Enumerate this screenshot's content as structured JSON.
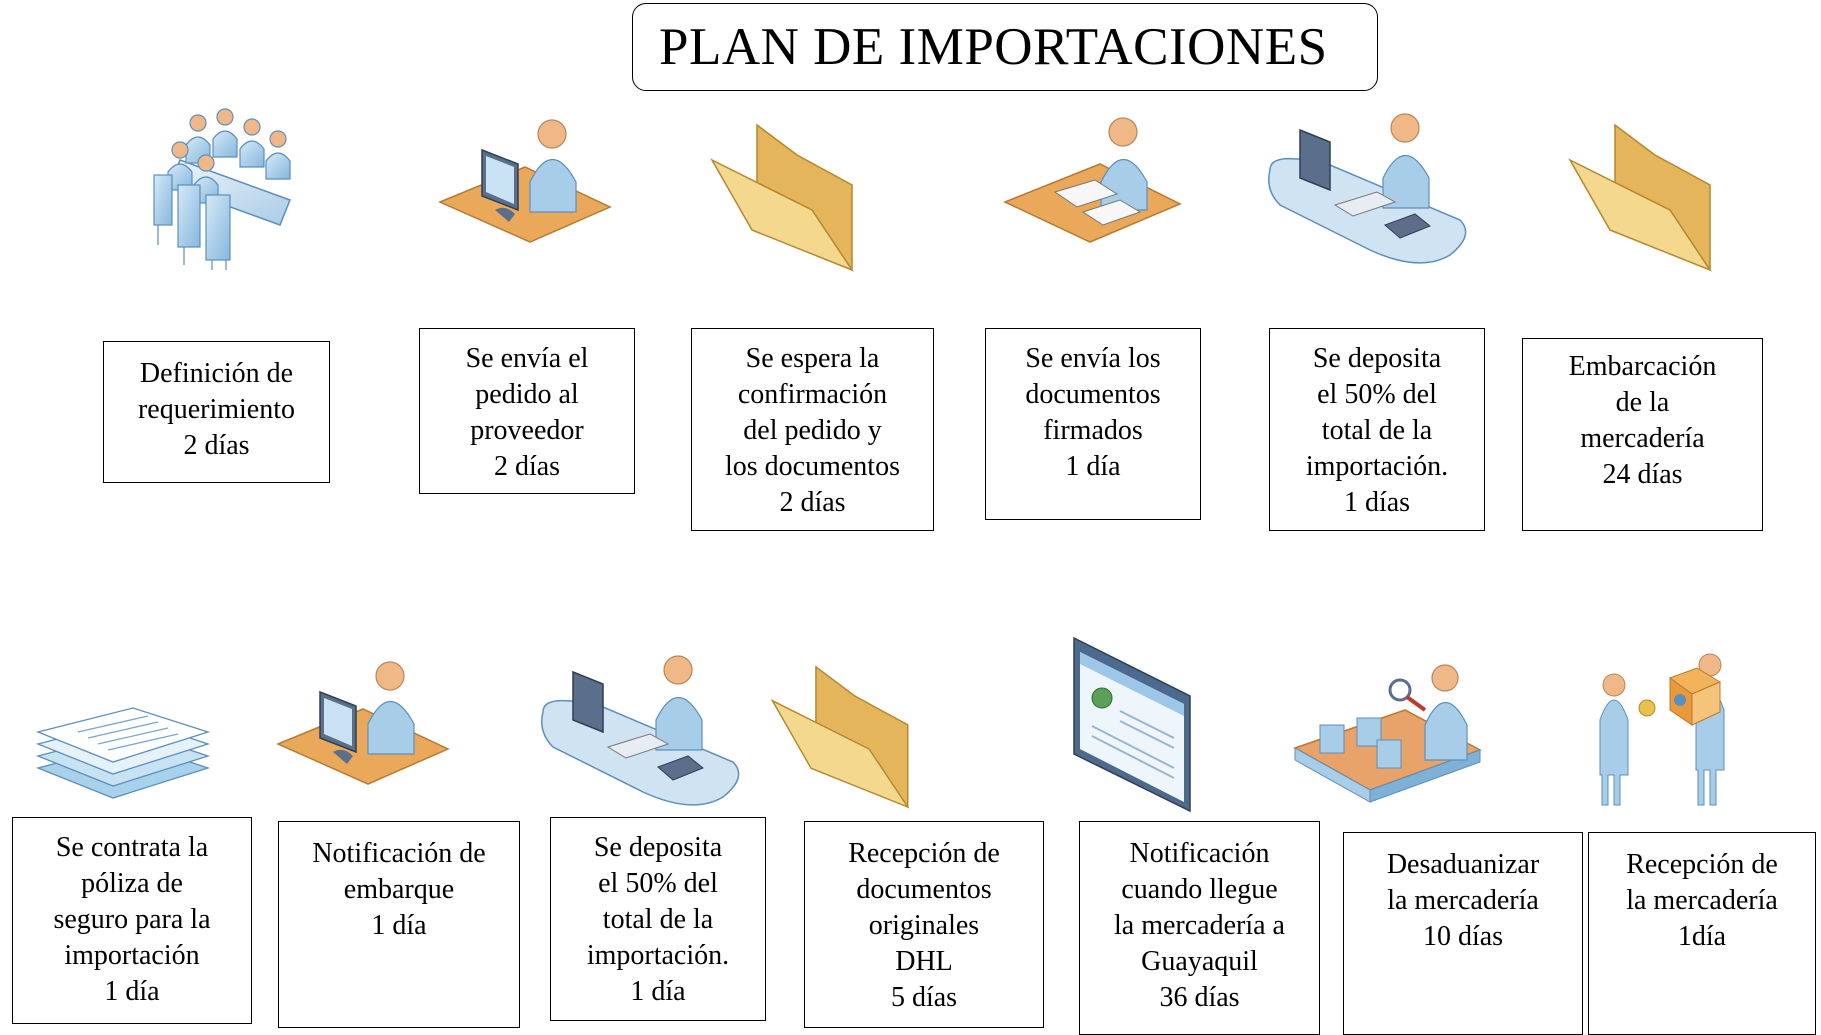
{
  "title": "PLAN DE IMPORTACIONES",
  "row1": [
    {
      "text": "Definición de\nrequerimiento",
      "duration": "2 días",
      "icon": "meeting-icon"
    },
    {
      "text": "Se envía el\npedido al\nproveedor",
      "duration": "2 días",
      "icon": "person-at-computer-icon"
    },
    {
      "text": "Se espera la\nconfirmación\ndel pedido y\nlos documentos",
      "duration": "2 días",
      "icon": "folder-icon"
    },
    {
      "text": "Se envía los\ndocumentos\nfirmados",
      "duration": "1 día",
      "icon": "person-signing-documents-icon"
    },
    {
      "text": "Se deposita\nel 50% del\ntotal de la\nimportación.",
      "duration": "1 días",
      "icon": "person-at-workstation-icon"
    },
    {
      "text": "Embarcación\nde la\nmercadería",
      "duration": "24 días",
      "icon": "folder-icon"
    }
  ],
  "row2": [
    {
      "text": "Se contrata la\npóliza de\nseguro para la\nimportación",
      "duration": "1 día",
      "icon": "stacked-documents-icon"
    },
    {
      "text": "Notificación de\nembarque",
      "duration": "1 día",
      "icon": "person-at-computer-icon"
    },
    {
      "text": "Se deposita\nel 50% del\ntotal de la\nimportación.",
      "duration": "1 día",
      "icon": "person-at-workstation-icon"
    },
    {
      "text": "Recepción de\ndocumentos\noriginales\nDHL",
      "duration": "5 días",
      "icon": "folder-icon"
    },
    {
      "text": "Notificación\ncuando  llegue\nla mercadería a\nGuayaquil",
      "duration": "36 días",
      "icon": "web-page-icon"
    },
    {
      "text": "Desaduanizar\nla mercadería",
      "duration": "10 días",
      "icon": "inspection-conveyor-icon"
    },
    {
      "text": "Recepción de\nla mercadería",
      "duration": "1día",
      "icon": "package-delivery-icon"
    }
  ],
  "colors": {
    "person_skin": "#f0b887",
    "person_body": "#a8cde8",
    "desk_orange": "#e9a85a",
    "folder_yellow": "#f0cf7a",
    "line": "#000000"
  }
}
